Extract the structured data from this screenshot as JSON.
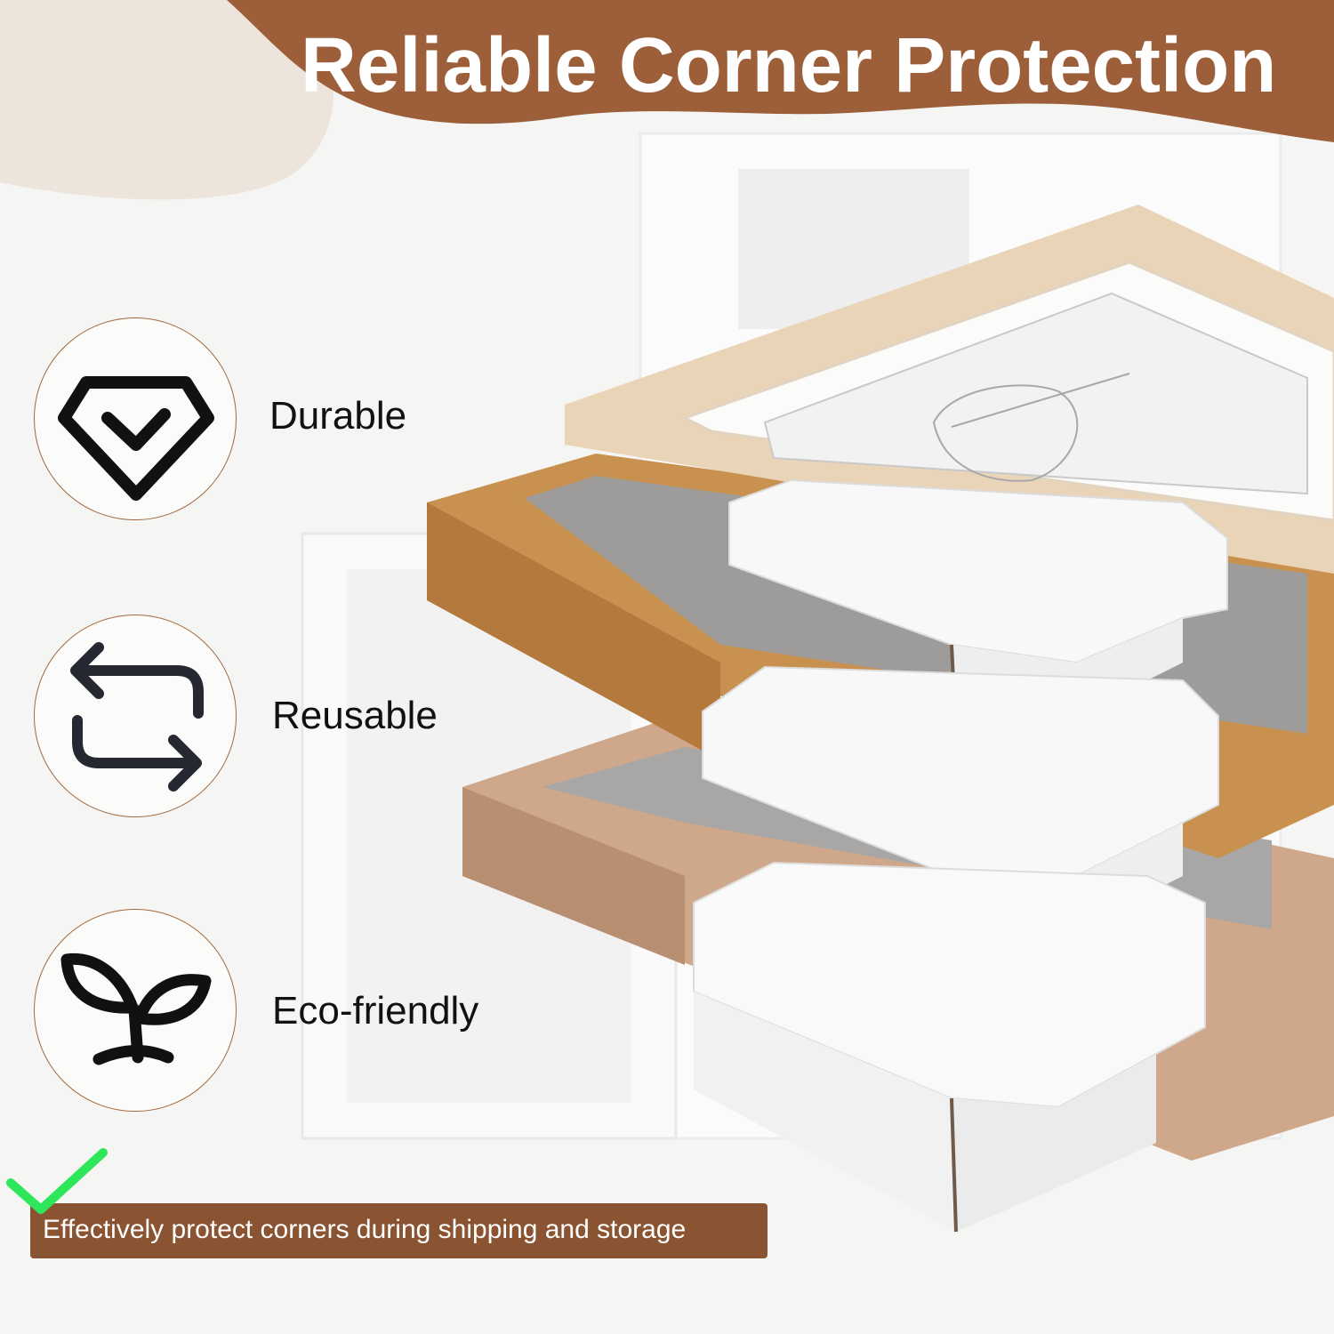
{
  "header": {
    "title": "Reliable Corner Protection",
    "brand_color": "#9c5f3a"
  },
  "features": [
    {
      "label": "Durable",
      "icon": "diamond-check-icon"
    },
    {
      "label": "Reusable",
      "icon": "repeat-arrows-icon"
    },
    {
      "label": "Eco-friendly",
      "icon": "sprout-icon"
    }
  ],
  "banner": {
    "text": "Effectively protect corners during shipping and storage",
    "icon": "checkmark-icon",
    "check_color": "#2ee65a"
  }
}
